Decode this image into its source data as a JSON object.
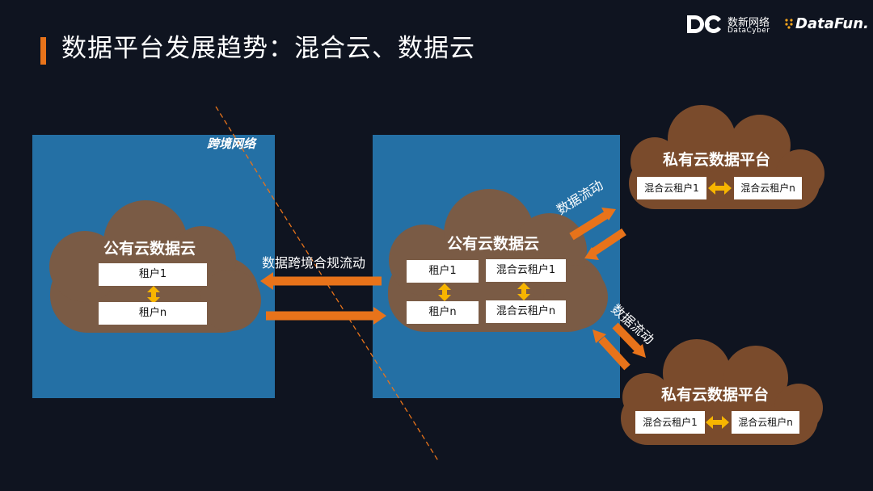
{
  "header": {
    "title": "数据平台发展趋势：混合云、数据云",
    "logo_datacyber_cn": "数新网络",
    "logo_datacyber_en": "DataCyber",
    "logo_datafun": "DataFun."
  },
  "diagram": {
    "cross_border_label": "跨境网络",
    "left_cloud": {
      "title": "公有云数据云",
      "tenants": [
        "租户1",
        "租户n"
      ]
    },
    "middle_cloud": {
      "title": "公有云数据云",
      "tenants": [
        "租户1",
        "租户n"
      ],
      "hybrid_tenants": [
        "混合云租户1",
        "混合云租户n"
      ]
    },
    "cross_flow_label": "数据跨境合规流动",
    "private_top": {
      "title": "私有云数据平台",
      "tenants": [
        "混合云租户1",
        "混合云租户n"
      ]
    },
    "private_bottom": {
      "title": "私有云数据平台",
      "tenants": [
        "混合云租户1",
        "混合云租户n"
      ]
    },
    "flow_label_top": "数据流动",
    "flow_label_bottom": "数据流动"
  },
  "colors": {
    "background": "#0f1420",
    "panel": "#2470a5",
    "cloud": "#7a5b45",
    "private_cloud": "#7a4b2c",
    "arrow": "#e8731a",
    "tenant_arrow": "#f7b500",
    "dashed_line": "#e8731a"
  }
}
